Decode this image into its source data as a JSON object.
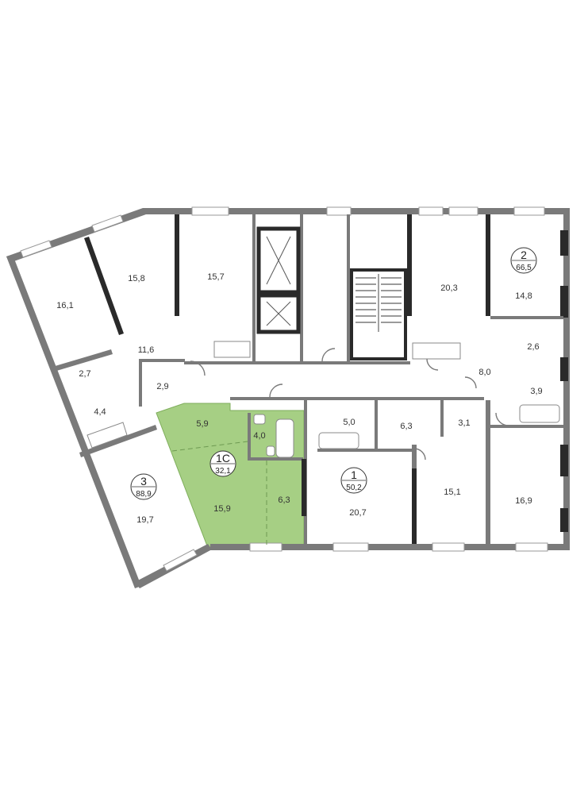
{
  "colors": {
    "highlight": "#a6cf84",
    "wall": "#7a7a7a",
    "wall_dark": "#2a2a2a",
    "background": "#ffffff"
  },
  "apartments": [
    {
      "number": "1C",
      "area": "32,1"
    },
    {
      "number": "1",
      "area": "50,2"
    },
    {
      "number": "2",
      "area": "66,5"
    },
    {
      "number": "3",
      "area": "88,9"
    }
  ],
  "rooms": [
    "16,1",
    "15,8",
    "15,7",
    "20,3",
    "14,8",
    "11,6",
    "2,7",
    "4,4",
    "2,9",
    "2,6",
    "8,0",
    "3,9",
    "5,9",
    "4,0",
    "5,0",
    "6,3",
    "3,1",
    "15,9",
    "6,3",
    "20,7",
    "15,1",
    "16,9",
    "19,7"
  ]
}
